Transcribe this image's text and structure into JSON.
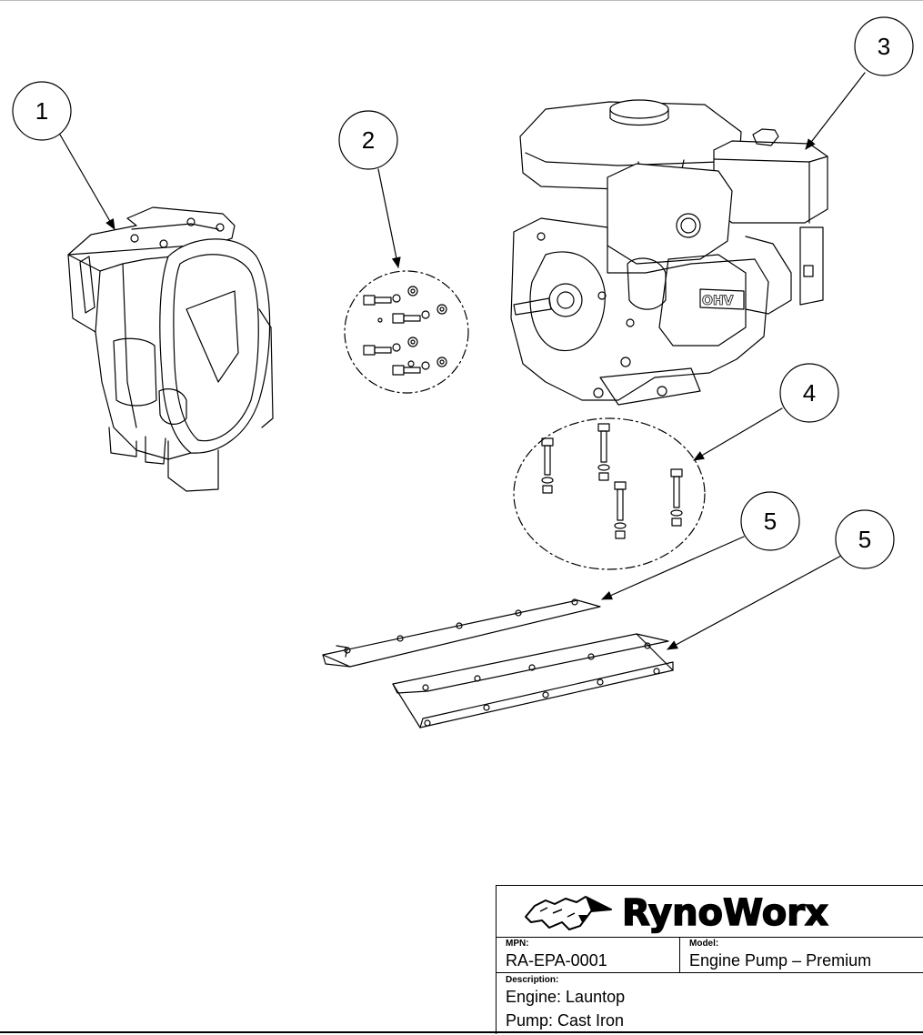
{
  "balloons": [
    {
      "id": "1",
      "label": "1"
    },
    {
      "id": "2",
      "label": "2"
    },
    {
      "id": "3",
      "label": "3"
    },
    {
      "id": "4",
      "label": "4"
    },
    {
      "id": "5a",
      "label": "5"
    },
    {
      "id": "5b",
      "label": "5"
    }
  ],
  "engine_marking": "OHV",
  "title_block": {
    "logo_text": "RynoWorx",
    "mpn_label": "MPN:",
    "mpn_value": "RA-EPA-0001",
    "model_label": "Model:",
    "model_value": "Engine Pump – Premium",
    "description_label": "Description:",
    "description_line1": "Engine: Launtop",
    "description_line2": "Pump: Cast Iron"
  }
}
